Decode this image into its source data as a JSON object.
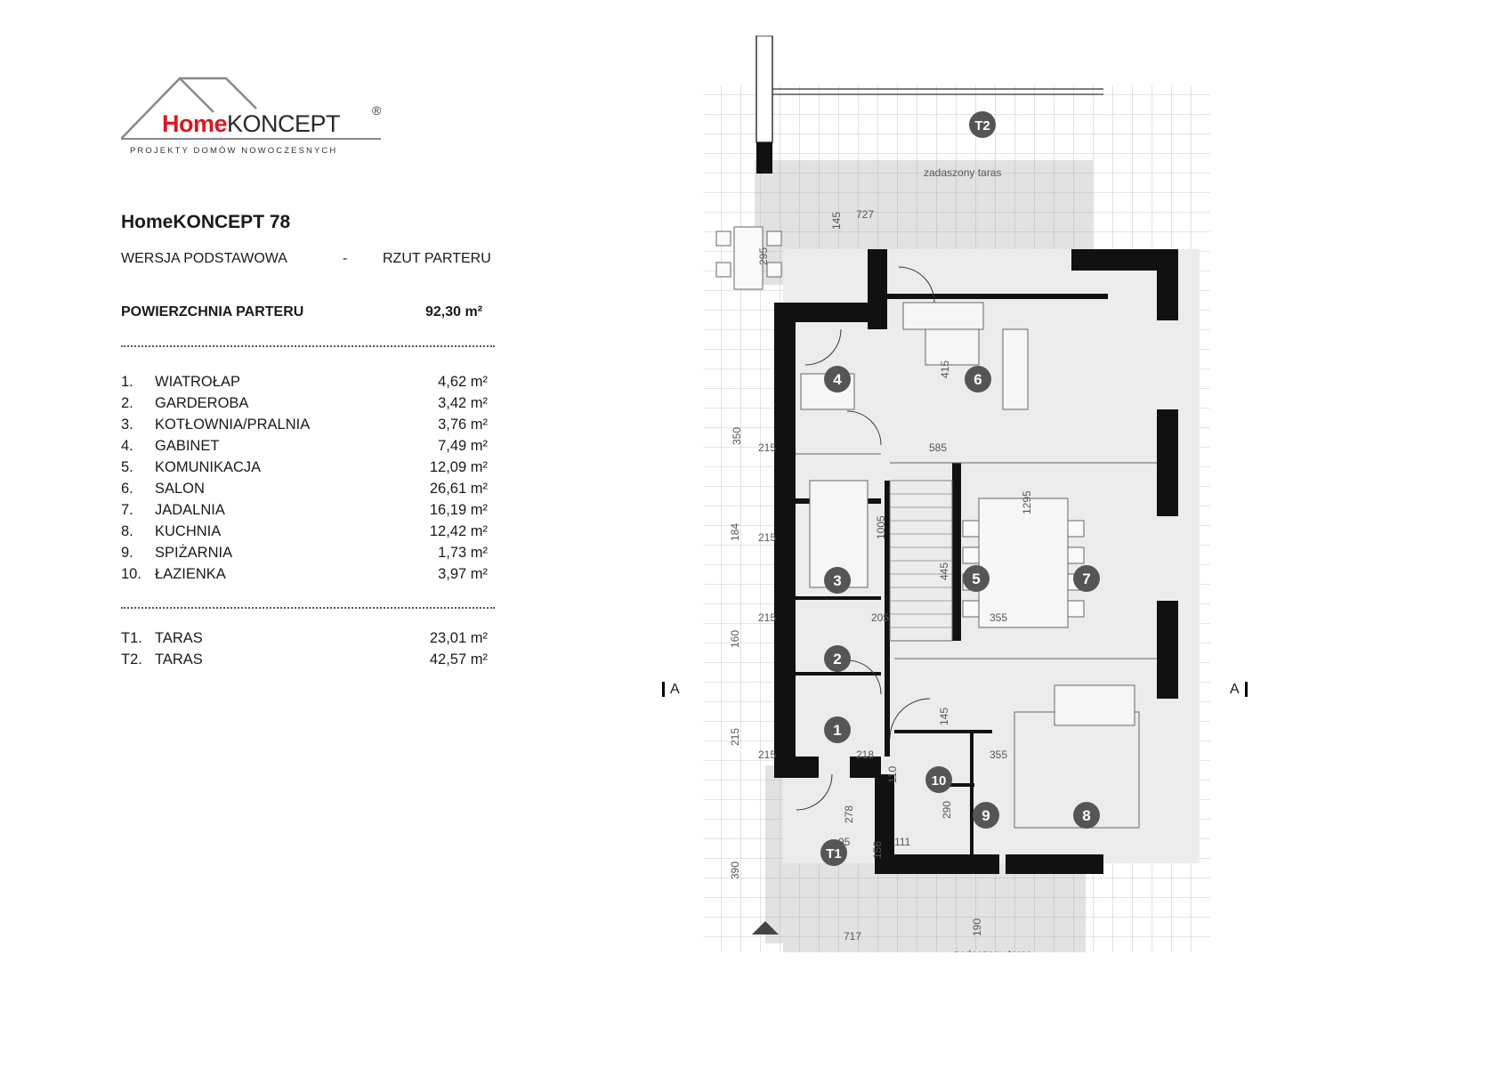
{
  "logo": {
    "brand_home": "Home",
    "brand_koncept": "KONCEPT",
    "registered": "®",
    "tagline": "PROJEKTY DOMÓW NOWOCZESNYCH",
    "colors": {
      "home": "#d71920",
      "roof": "#888888"
    }
  },
  "project": {
    "title": "HomeKONCEPT 78",
    "version": "WERSJA  PODSTAWOWA",
    "separator": "-",
    "view": "RZUT PARTERU",
    "area_label": "POWIERZCHNIA PARTERU",
    "area_value": "92,30 m²"
  },
  "rooms": [
    {
      "num": "1.",
      "name": "WIATROŁAP",
      "area": "4,62 m²"
    },
    {
      "num": "2.",
      "name": "GARDEROBA",
      "area": "3,42 m²"
    },
    {
      "num": "3.",
      "name": "KOTŁOWNIA/PRALNIA",
      "area": "3,76 m²"
    },
    {
      "num": "4.",
      "name": "GABINET",
      "area": "7,49 m²"
    },
    {
      "num": "5.",
      "name": "KOMUNIKACJA",
      "area": "12,09 m²"
    },
    {
      "num": "6.",
      "name": "SALON",
      "area": "26,61 m²"
    },
    {
      "num": "7.",
      "name": "JADALNIA",
      "area": "16,19 m²"
    },
    {
      "num": "8.",
      "name": "KUCHNIA",
      "area": "12,42 m²"
    },
    {
      "num": "9.",
      "name": "SPIŻARNIA",
      "area": "1,73 m²"
    },
    {
      "num": "10.",
      "name": "ŁAZIENKA",
      "area": "3,97 m²"
    }
  ],
  "terraces": [
    {
      "num": "T1.",
      "name": "TARAS",
      "area": "23,01 m²"
    },
    {
      "num": "T2.",
      "name": "TARAS",
      "area": "42,57 m²"
    }
  ],
  "plan": {
    "room_markers": [
      "1",
      "2",
      "3",
      "4",
      "5",
      "6",
      "7",
      "8",
      "9",
      "10"
    ],
    "terrace_markers": [
      "T1",
      "T2"
    ],
    "covered_terrace": "zadaszony taras",
    "section": "A",
    "dimensions": [
      "727",
      "145",
      "295",
      "350",
      "215",
      "415",
      "585",
      "1005",
      "1295",
      "445",
      "184",
      "215",
      "205",
      "355",
      "160",
      "215",
      "145",
      "215",
      "215",
      "218",
      "110",
      "355",
      "278",
      "290",
      "95",
      "156",
      "111",
      "390",
      "717",
      "190"
    ],
    "colors": {
      "marker": "#555555",
      "wall": "#111111",
      "floor": "#ececec",
      "terrace": "#e4e4e4"
    }
  }
}
